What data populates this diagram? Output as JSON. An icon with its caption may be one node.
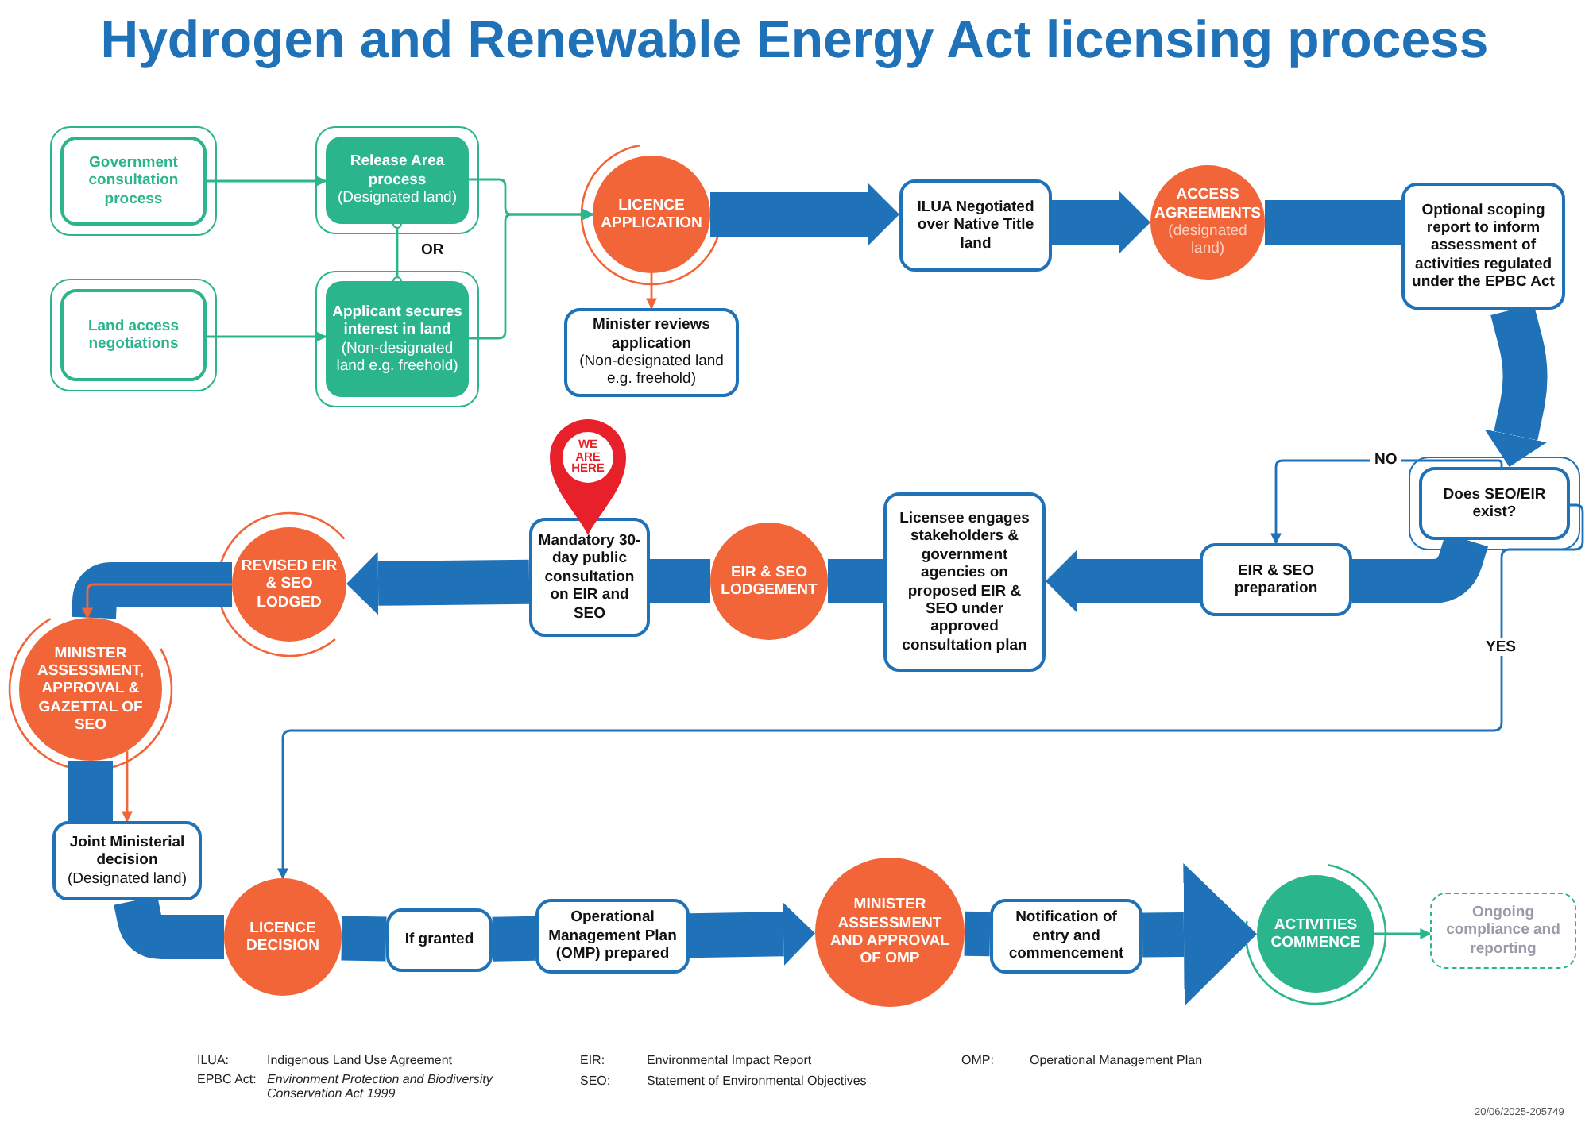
{
  "diagram": {
    "title": "Hydrogen and Renewable Energy Act licensing process",
    "nodes": [
      {
        "text": [
          "Government consultation process"
        ]
      },
      {
        "text": [
          "Release Area process",
          "(Designated land)"
        ]
      },
      {
        "text": [
          "Land access negotiations"
        ]
      },
      {
        "text": [
          "Applicant secures interest in land",
          "(Non-designated land e.g. freehold)"
        ]
      },
      {
        "text": [
          "LICENCE APPLICATION"
        ]
      },
      {
        "text": [
          "Minister reviews application",
          "(Non-designated land e.g. freehold)"
        ]
      },
      {
        "text": [
          "ILUA Negotiated over Native Title land"
        ]
      },
      {
        "text": [
          "ACCESS AGREEMENTS",
          "(designated land)"
        ]
      },
      {
        "text": [
          "Optional scoping report to inform assessment of activities regulated under the EPBC Act"
        ]
      },
      {
        "text": [
          "Does SEO/EIR exist?"
        ]
      },
      {
        "text": [
          "EIR & SEO preparation"
        ]
      },
      {
        "text": [
          "Licensee engages stakeholders & government agencies on proposed EIR & SEO under approved consultation plan"
        ]
      },
      {
        "text": [
          "EIR & SEO LODGEMENT"
        ]
      },
      {
        "text": [
          "Mandatory 30-day public consultation on EIR and SEO"
        ]
      },
      {
        "text": [
          "WE ARE HERE"
        ]
      },
      {
        "text": [
          "REVISED EIR & SEO LODGED"
        ]
      },
      {
        "text": [
          "MINISTER ASSESSMENT, APPROVAL & GAZETTAL OF SEO"
        ]
      },
      {
        "text": [
          "Joint Ministerial decision",
          "(Designated land)"
        ]
      },
      {
        "text": [
          "LICENCE DECISION"
        ]
      },
      {
        "text": [
          "If granted"
        ]
      },
      {
        "text": [
          "Operational Management Plan (OMP) prepared"
        ]
      },
      {
        "text": [
          "MINISTER ASSESSMENT AND APPROVAL OF OMP"
        ]
      },
      {
        "text": [
          "Notification of entry and commencement"
        ]
      },
      {
        "text": [
          "ACTIVITIES COMMENCE"
        ]
      },
      {
        "text": [
          "Ongoing compliance and reporting"
        ]
      }
    ],
    "edges": [
      {
        "from": 0,
        "to": 1,
        "arrow": "to",
        "color": "#2bb58c"
      },
      {
        "from": 2,
        "to": 3,
        "arrow": "to",
        "color": "#2bb58c"
      },
      {
        "from": 1,
        "to": 3,
        "arrow": "other",
        "label": "OR",
        "color": "#2bb58c"
      },
      {
        "from": 1,
        "to": 4,
        "arrow": "to",
        "color": "#2bb58c"
      },
      {
        "from": 3,
        "to": 4,
        "arrow": "to",
        "color": "#2bb58c"
      },
      {
        "from": 4,
        "to": 5,
        "arrow": "to",
        "color": "#f26539"
      },
      {
        "from": 4,
        "to": 6,
        "arrow": "to"
      },
      {
        "from": 6,
        "to": 7,
        "arrow": "to"
      },
      {
        "from": 7,
        "to": 8,
        "arrow": "none"
      },
      {
        "from": 8,
        "to": 9,
        "arrow": "to"
      },
      {
        "from": 9,
        "to": 10,
        "arrow": "none"
      },
      {
        "from": 9,
        "to": 10,
        "arrow": "to",
        "label": "NO"
      },
      {
        "from": 9,
        "to": 18,
        "arrow": "to",
        "label": "YES"
      },
      {
        "from": 10,
        "to": 11,
        "arrow": "to"
      },
      {
        "from": 11,
        "to": 12,
        "arrow": "none"
      },
      {
        "from": 12,
        "to": 13,
        "arrow": "none"
      },
      {
        "from": 13,
        "to": 15,
        "arrow": "to"
      },
      {
        "from": 15,
        "to": 16,
        "arrow": "none"
      },
      {
        "from": 15,
        "to": 16,
        "arrow": "to",
        "color": "#f26539"
      },
      {
        "from": 16,
        "to": 17,
        "arrow": "none"
      },
      {
        "from": 16,
        "to": 17,
        "arrow": "to",
        "color": "#f26539"
      },
      {
        "from": 17,
        "to": 18,
        "arrow": "none"
      },
      {
        "from": 18,
        "to": 19,
        "arrow": "none"
      },
      {
        "from": 19,
        "to": 20,
        "arrow": "none"
      },
      {
        "from": 20,
        "to": 21,
        "arrow": "to"
      },
      {
        "from": 21,
        "to": 22,
        "arrow": "none"
      },
      {
        "from": 22,
        "to": 23,
        "arrow": "to"
      },
      {
        "from": 23,
        "to": 24,
        "arrow": "to",
        "color": "#2bb58c"
      }
    ],
    "labels": [
      "ILUA:",
      "Indigenous Land Use Agreement",
      "EPBC Act:",
      "Environment Protection and Biodiversity Conservation Act 1999",
      "EIR:",
      "Environmental Impact Report",
      "SEO:",
      "Statement of Environmental Objectives",
      "OMP:",
      "Operational Management Plan",
      "20/06/2025-205749"
    ]
  }
}
